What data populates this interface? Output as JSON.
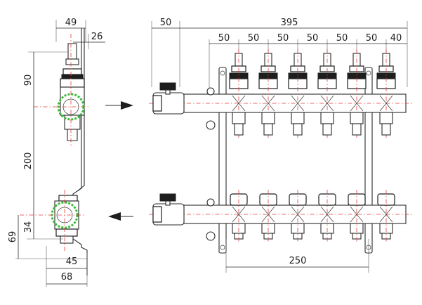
{
  "dimensions": {
    "side_width_49": "49",
    "side_offset_26": "26",
    "side_height_90": "90",
    "side_height_200": "200",
    "side_height_69": "69",
    "side_height_34": "34",
    "side_depth_45": "45",
    "side_depth_68": "68",
    "front_inlet_50": "50",
    "front_total_395": "395",
    "front_spacing_50": "50",
    "front_end_40": "40",
    "front_bracket_250": "250"
  },
  "front_spacings": [
    "50",
    "50",
    "50",
    "50",
    "50",
    "50"
  ],
  "outlets_count": 6,
  "colors": {
    "outline": "#2a2a2a",
    "centerline": "#e63b3b",
    "highlight": "#3dbb3d",
    "arrow": "#1e1e1e"
  },
  "flow_direction": {
    "supply": "right-arrow-icon",
    "return": "left-arrow-icon"
  }
}
